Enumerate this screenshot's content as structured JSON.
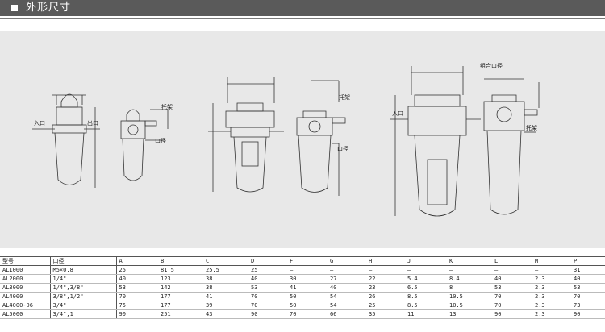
{
  "header": {
    "title": "外形尺寸",
    "bg_color": "#5a5a5a"
  },
  "drawing": {
    "labels": {
      "inlet_left": "入口",
      "outlet_left": "出口",
      "mount_left": "托架",
      "port_left": "口径",
      "mount_mid": "托架",
      "port_mid": "口径",
      "inlet_right": "入口",
      "gauge_right": "组合口径",
      "mount_right": "托架"
    }
  },
  "table": {
    "headers": [
      "型号",
      "口径",
      "A",
      "B",
      "C",
      "D",
      "F",
      "G",
      "H",
      "J",
      "K",
      "L",
      "M",
      "P"
    ],
    "rows": [
      [
        "AL1000",
        "M5×0.8",
        "25",
        "81.5",
        "25.5",
        "25",
        "—",
        "—",
        "—",
        "—",
        "—",
        "—",
        "—",
        "31"
      ],
      [
        "AL2000",
        "1/4\"",
        "40",
        "123",
        "38",
        "40",
        "30",
        "27",
        "22",
        "5.4",
        "8.4",
        "40",
        "2.3",
        "40"
      ],
      [
        "AL3000",
        "1/4\",3/8\"",
        "53",
        "142",
        "38",
        "53",
        "41",
        "40",
        "23",
        "6.5",
        "8",
        "53",
        "2.3",
        "53"
      ],
      [
        "AL4000",
        "3/8\",1/2\"",
        "70",
        "177",
        "41",
        "70",
        "50",
        "54",
        "26",
        "8.5",
        "10.5",
        "70",
        "2.3",
        "70"
      ],
      [
        "AL4000-06",
        "3/4\"",
        "75",
        "177",
        "39",
        "70",
        "50",
        "54",
        "25",
        "8.5",
        "10.5",
        "70",
        "2.3",
        "73"
      ],
      [
        "AL5000",
        "3/4\",1",
        "90",
        "251",
        "43",
        "90",
        "70",
        "66",
        "35",
        "11",
        "13",
        "90",
        "2.3",
        "90"
      ]
    ]
  }
}
